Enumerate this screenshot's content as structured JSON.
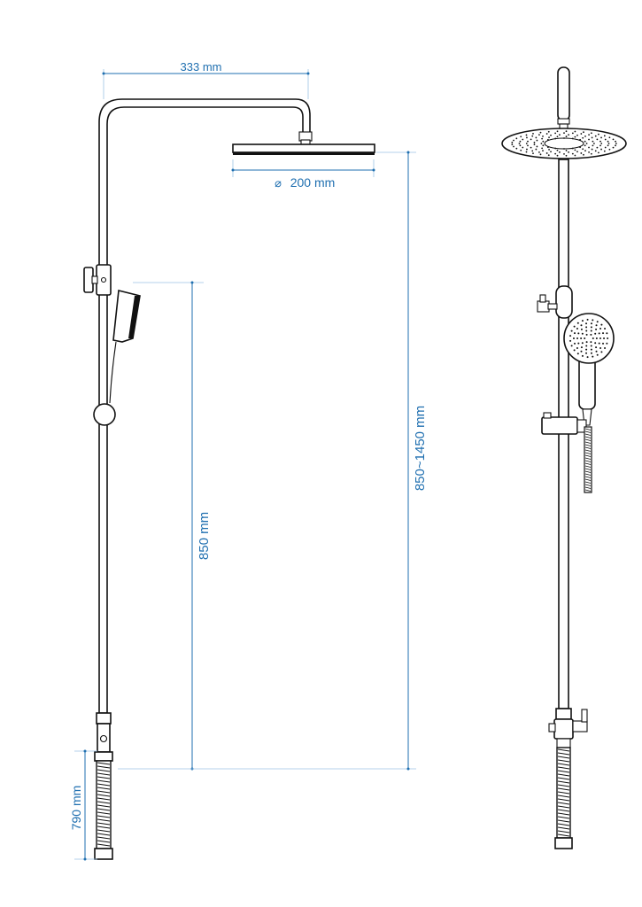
{
  "dimensions": {
    "arm_length": "333 mm",
    "head_diameter": "200 mm",
    "diameter_symbol": "⌀",
    "handshower_height": "850 mm",
    "overall_height": "850~1450 mm",
    "inlet_height": "790 mm"
  },
  "colors": {
    "dimension": "#1f6fb0",
    "outline": "#111111"
  }
}
